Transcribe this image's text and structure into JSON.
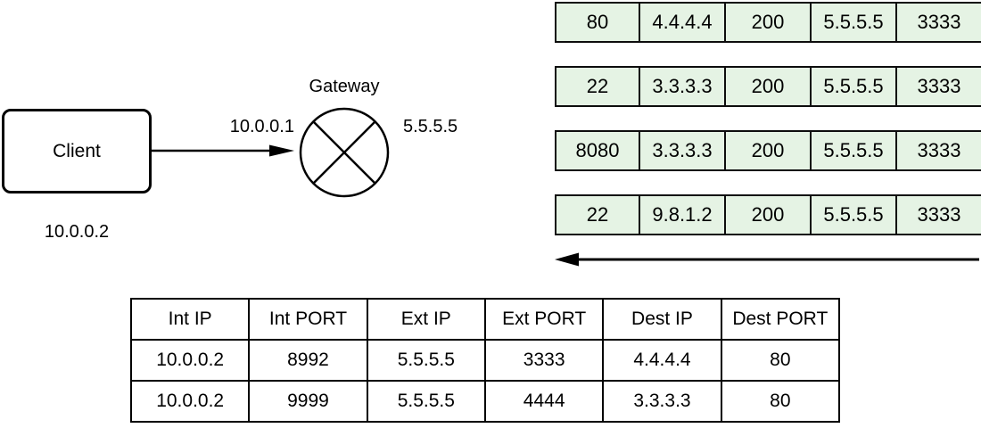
{
  "colors": {
    "packet_fill": "#e5f3e4",
    "stroke": "#000000",
    "background": "#ffffff"
  },
  "diagram": {
    "client": {
      "label": "Client",
      "ip": "10.0.0.2"
    },
    "gateway": {
      "label": "Gateway",
      "internal_ip": "10.0.0.1",
      "external_ip": "5.5.5.5"
    }
  },
  "packets": [
    [
      "80",
      "4.4.4.4",
      "200",
      "5.5.5.5",
      "3333"
    ],
    [
      "22",
      "3.3.3.3",
      "200",
      "5.5.5.5",
      "3333"
    ],
    [
      "8080",
      "3.3.3.3",
      "200",
      "5.5.5.5",
      "3333"
    ],
    [
      "22",
      "9.8.1.2",
      "200",
      "5.5.5.5",
      "3333"
    ]
  ],
  "nat_table": {
    "headers": [
      "Int IP",
      "Int PORT",
      "Ext IP",
      "Ext PORT",
      "Dest IP",
      "Dest PORT"
    ],
    "rows": [
      [
        "10.0.0.2",
        "8992",
        "5.5.5.5",
        "3333",
        "4.4.4.4",
        "80"
      ],
      [
        "10.0.0.2",
        "9999",
        "5.5.5.5",
        "4444",
        "3.3.3.3",
        "80"
      ]
    ]
  }
}
